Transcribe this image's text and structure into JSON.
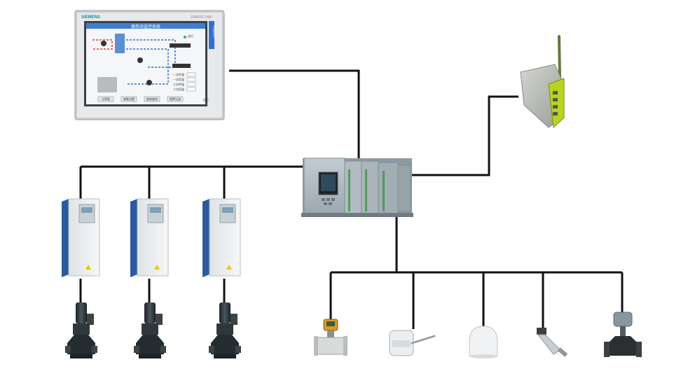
{
  "hmi": {
    "brand": "SIEMENS",
    "model": "SIMATIC HMI",
    "side_label": "TOUCH",
    "screen_title": "换热站监控系统",
    "buttons": [
      "主界面",
      "参数设置",
      "趋势曲线",
      "报警记录"
    ],
    "readouts": [
      "一次供温",
      "一次回温",
      "二次供温",
      "二次回温"
    ],
    "status_text": "运行",
    "corner_text": "运行"
  },
  "colors": {
    "line": "#111111",
    "plc_body": "#aab5bd",
    "vfd_accent": "#2b5a9e",
    "pump_body": "#2c3438",
    "antenna": "#5f7a3a",
    "gateway_accent": "#b9d31e"
  },
  "devices": {
    "vfd_count": 3,
    "pump_count": 3,
    "field_instruments": [
      "flow-meter",
      "duct-temperature-sensor",
      "room-temperature-sensor",
      "pressure-transmitter",
      "control-valve"
    ]
  }
}
